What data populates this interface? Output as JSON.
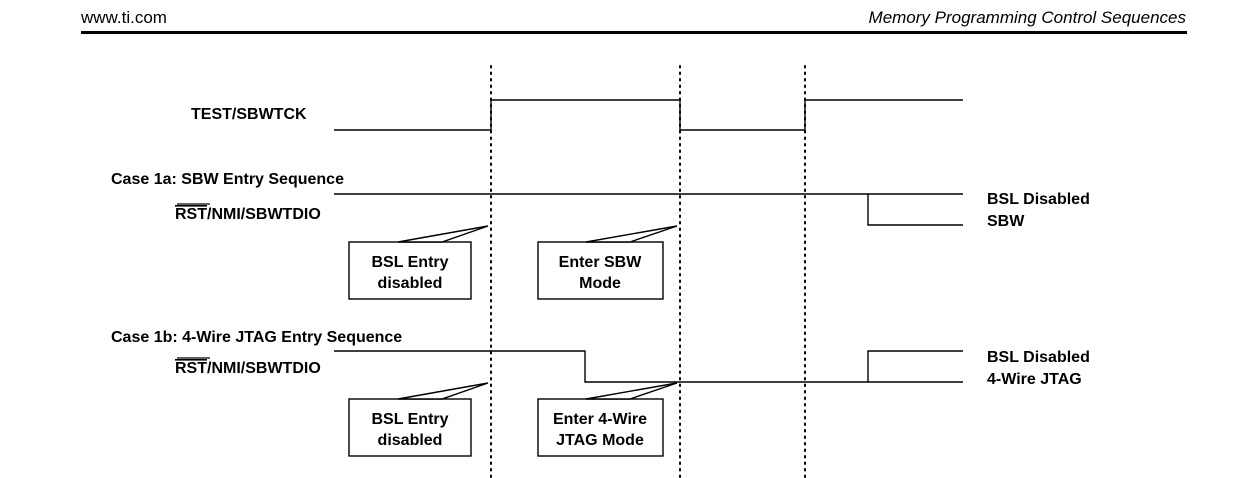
{
  "header": {
    "site": "www.ti.com",
    "section": "Memory Programming Control Sequences"
  },
  "signals": {
    "test_sbwtck": "TEST/SBWTCK",
    "rst_overline": "RST",
    "rst_rest": "/NMI/SBWTDIO"
  },
  "case1a": {
    "title": "Case 1a: SBW Entry Sequence",
    "callout_left": [
      "BSL Entry",
      "disabled"
    ],
    "callout_right": [
      "Enter SBW",
      "Mode"
    ],
    "end_label": [
      "BSL Disabled",
      "SBW"
    ]
  },
  "case1b": {
    "title": "Case 1b: 4-Wire JTAG Entry Sequence",
    "callout_left": [
      "BSL Entry",
      "disabled"
    ],
    "callout_right": [
      "Enter 4-Wire",
      "JTAG Mode"
    ],
    "end_label": [
      "BSL Disabled",
      "4-Wire JTAG"
    ]
  }
}
